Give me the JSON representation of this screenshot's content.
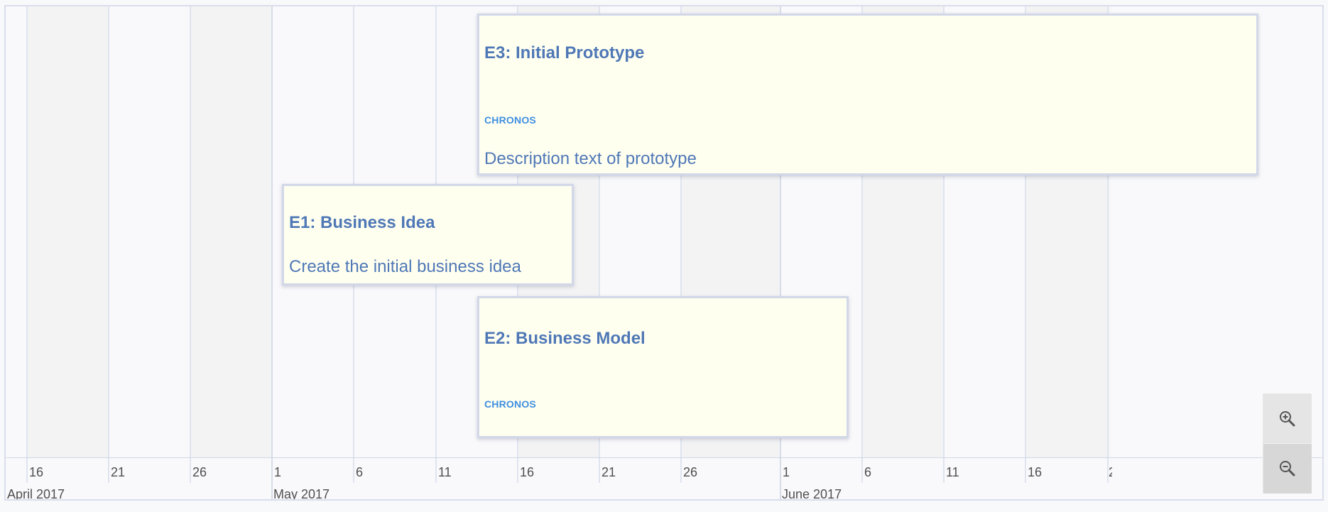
{
  "timeline": {
    "minor_labels": [
      "16",
      "21",
      "26",
      "1",
      "6",
      "11",
      "16",
      "21",
      "26",
      "1",
      "6",
      "11",
      "16",
      "2"
    ],
    "major_labels": [
      "April 2017",
      "May 2017",
      "June 2017"
    ]
  },
  "items": {
    "e3": {
      "title": "E3: Initial Prototype",
      "logo_text": "CHRONOS",
      "description": "Description text of prototype"
    },
    "e1": {
      "title": "E1: Business Idea",
      "description": "Create the initial business idea"
    },
    "e2": {
      "title": "E2: Business Model",
      "logo_text": "CHRONOS"
    }
  },
  "controls": {
    "zoom_in_icon": "zoom-in-icon",
    "zoom_out_icon": "zoom-out-icon"
  },
  "colors": {
    "item_background": "#fffff0",
    "item_text": "#4f78b6",
    "logo": "#3f8fe0",
    "grid_line": "#dfe4ef",
    "timeline_border": "#d9deec"
  }
}
